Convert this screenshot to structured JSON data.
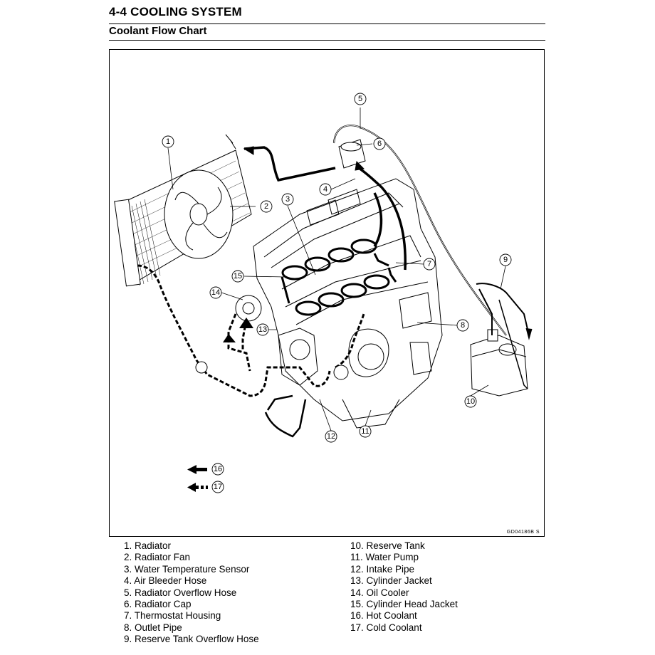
{
  "header": {
    "title": "4-4 COOLING SYSTEM",
    "subtitle": "Coolant Flow Chart"
  },
  "figure": {
    "code": "GD04186B  S",
    "callouts": [
      "1",
      "2",
      "3",
      "4",
      "5",
      "6",
      "7",
      "8",
      "9",
      "10",
      "11",
      "12",
      "13",
      "14",
      "15",
      "16",
      "17"
    ]
  },
  "legend": {
    "left": [
      "1. Radiator",
      "2. Radiator Fan",
      "3. Water Temperature Sensor",
      "4. Air Bleeder Hose",
      "5. Radiator Overflow Hose",
      "6. Radiator Cap",
      "7. Thermostat Housing",
      "8. Outlet Pipe",
      "9. Reserve Tank Overflow Hose"
    ],
    "right": [
      "10. Reserve Tank",
      "11. Water Pump",
      "12. Intake Pipe",
      "13. Cylinder Jacket",
      "14. Oil Cooler",
      "15. Cylinder Head Jacket",
      "16. Hot Coolant",
      "17. Cold Coolant"
    ]
  }
}
